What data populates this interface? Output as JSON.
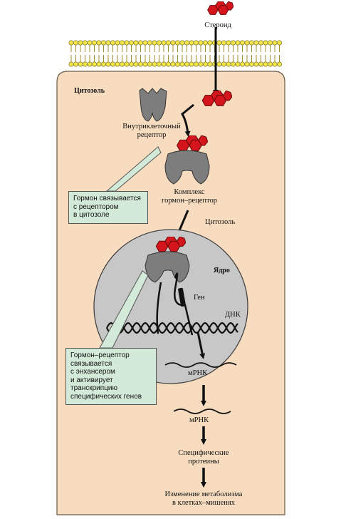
{
  "labels": {
    "steroid": "Стероид",
    "cytosol_top": "Цитозоль",
    "receptor": [
      "Внутриклеточный",
      "рецептор"
    ],
    "complex": [
      "Комплекс",
      "гормон–рецептор"
    ],
    "cytosol_mid": "Цитозоль",
    "nucleus": "Ядро",
    "gene": "Ген",
    "dna": "ДНК",
    "mrna_inner": "мРНК",
    "mrna_outer": "мРНК",
    "proteins": [
      "Специфические",
      "протеины"
    ],
    "metabolism": [
      "Изменение метаболизма",
      "в клетках–мишенях"
    ]
  },
  "callouts": {
    "binding": [
      "Гормон связывается",
      "с рецептором",
      "в цитозоле"
    ],
    "transcription": [
      "Гормон–рецептор",
      "связывается",
      "с энхансером",
      "и активирует",
      "транскрипцию",
      "специфических генов"
    ]
  },
  "colors": {
    "cell": "#f7dcbf",
    "membrane_heads": "#f3e64a",
    "membrane_tails": "#a08a33",
    "nucleus": "#c7c7c7",
    "receptor": "#7d7d7d",
    "hormone": "#d4161c",
    "callout_bg": "#d4ead9",
    "arrow": "#111111"
  }
}
